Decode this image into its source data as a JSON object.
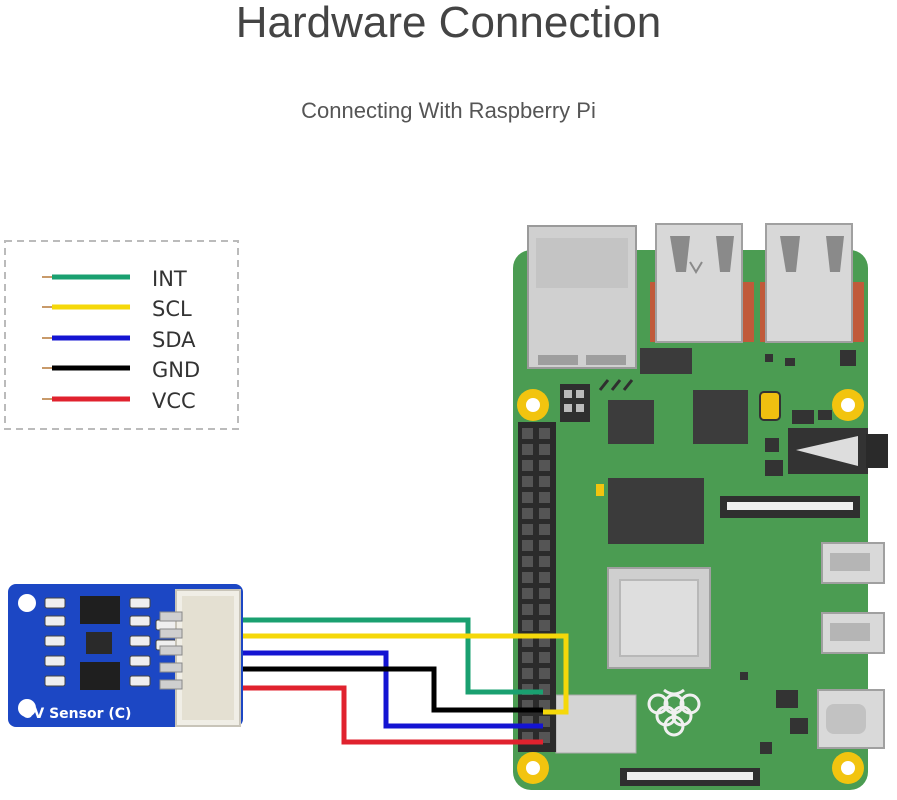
{
  "header": {
    "title": "Hardware Connection",
    "subtitle": "Connecting With Raspberry Pi"
  },
  "legend": [
    {
      "label": "INT",
      "color": "#1aa070"
    },
    {
      "label": "SCL",
      "color": "#f5d80a"
    },
    {
      "label": "SDA",
      "color": "#1414d2"
    },
    {
      "label": "GND",
      "color": "#000000"
    },
    {
      "label": "VCC",
      "color": "#e0222e"
    }
  ],
  "sensor": {
    "label": "UV Sensor (C)",
    "board_color": "#1c47c4"
  },
  "raspberry_pi": {
    "board_color": "#4b9c52"
  }
}
